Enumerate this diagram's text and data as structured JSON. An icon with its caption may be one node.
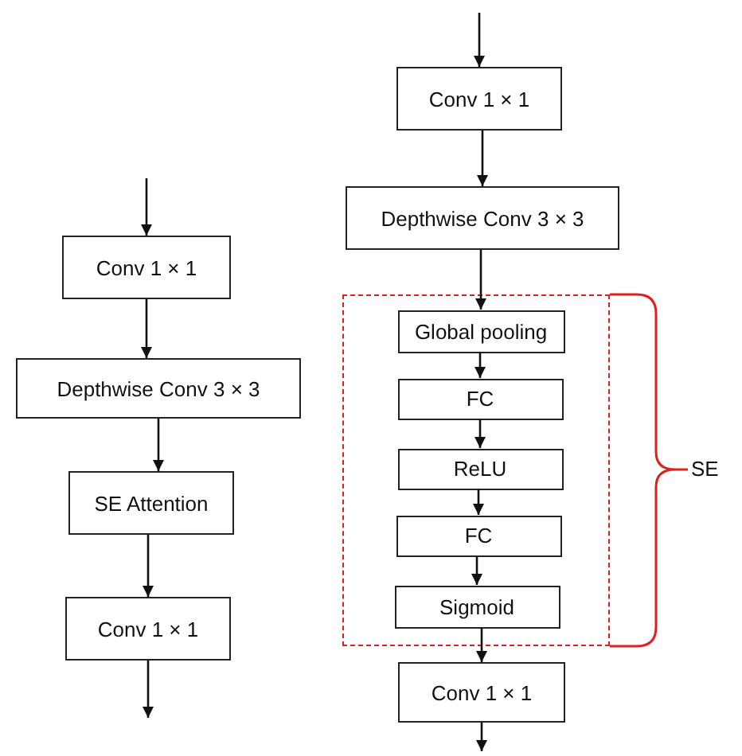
{
  "diagram": {
    "nodes": [
      {
        "text": [
          "Conv 1 × 1"
        ]
      },
      {
        "text": [
          "Depthwise Conv 3 ×  3"
        ]
      },
      {
        "text": [
          "SE Attention"
        ]
      },
      {
        "text": [
          "Conv 1 × 1"
        ]
      },
      {
        "text": [
          "Conv 1 × 1"
        ]
      },
      {
        "text": [
          "Depthwise Conv 3 ×  3"
        ]
      },
      {
        "text": [],
        "shape": "box"
      },
      {
        "text": [
          "Global pooling"
        ],
        "in": 6
      },
      {
        "text": [
          "FC"
        ],
        "in": 6
      },
      {
        "text": [
          "ReLU"
        ],
        "in": 6
      },
      {
        "text": [
          "FC"
        ],
        "in": 6
      },
      {
        "text": [
          "Sigmoid"
        ],
        "in": 6
      },
      {
        "text": [
          "Conv 1 × 1"
        ]
      }
    ],
    "edges": [
      {
        "from": null,
        "to": 0,
        "arrow": "to"
      },
      {
        "from": 0,
        "to": 1,
        "arrow": "to"
      },
      {
        "from": 1,
        "to": 2,
        "arrow": "to"
      },
      {
        "from": 2,
        "to": 3,
        "arrow": "to"
      },
      {
        "from": 3,
        "to": null,
        "arrow": "to"
      },
      {
        "from": null,
        "to": 4,
        "arrow": "to"
      },
      {
        "from": 4,
        "to": 5,
        "arrow": "to"
      },
      {
        "from": 5,
        "to": 7,
        "arrow": "to"
      },
      {
        "from": 7,
        "to": 8,
        "arrow": "to"
      },
      {
        "from": 8,
        "to": 9,
        "arrow": "to"
      },
      {
        "from": 9,
        "to": 10,
        "arrow": "to"
      },
      {
        "from": 10,
        "to": 11,
        "arrow": "to"
      },
      {
        "from": 11,
        "to": 12,
        "arrow": "to"
      },
      {
        "from": 12,
        "to": null,
        "arrow": "to"
      }
    ],
    "labels": [
      "SE"
    ]
  }
}
